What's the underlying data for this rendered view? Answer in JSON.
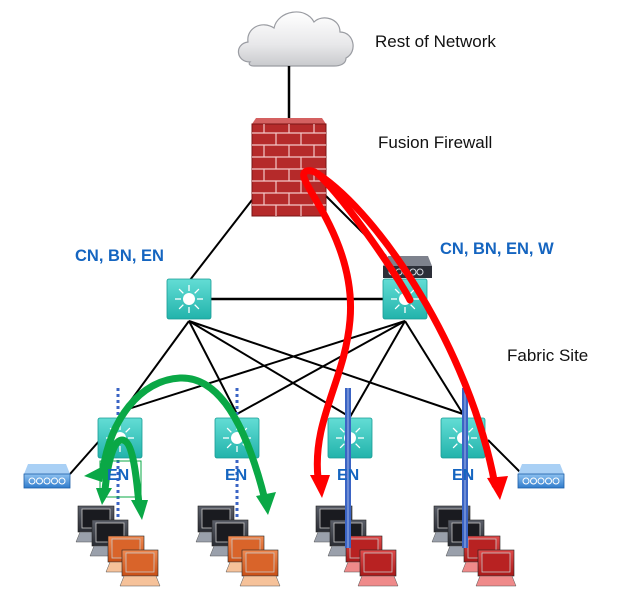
{
  "labels": {
    "rest_of_network": "Rest of Network",
    "fusion_firewall": "Fusion Firewall",
    "left_border_roles": "CN,  BN, EN",
    "right_border_roles": "CN,  BN, EN, W",
    "fabric_site": "Fabric Site"
  },
  "edge_nodes": [
    {
      "label": "EN",
      "vn_line": "dotted-blue",
      "endpoint_color": "orange"
    },
    {
      "label": "EN",
      "vn_line": "dotted-blue",
      "endpoint_color": "orange"
    },
    {
      "label": "EN",
      "vn_line": "solid-blue",
      "endpoint_color": "red"
    },
    {
      "label": "EN",
      "vn_line": "solid-blue",
      "endpoint_color": "red"
    }
  ],
  "colors": {
    "switch": "#3cc9c0",
    "firewall": "#b52a2a",
    "label_blue": "#1565c0",
    "flow_green": "#0aa846",
    "flow_red": "#ff0000",
    "vn_blue": "#3b64c4",
    "wlc_blue": "#4a90d9"
  },
  "flows": [
    {
      "color": "green",
      "description": "intra-VN traffic within same edge node"
    },
    {
      "color": "green",
      "description": "intra-VN traffic between edge nodes"
    },
    {
      "color": "red",
      "description": "inter-VN traffic via fusion firewall"
    },
    {
      "color": "red",
      "description": "inter-VN traffic via fusion firewall"
    }
  ]
}
